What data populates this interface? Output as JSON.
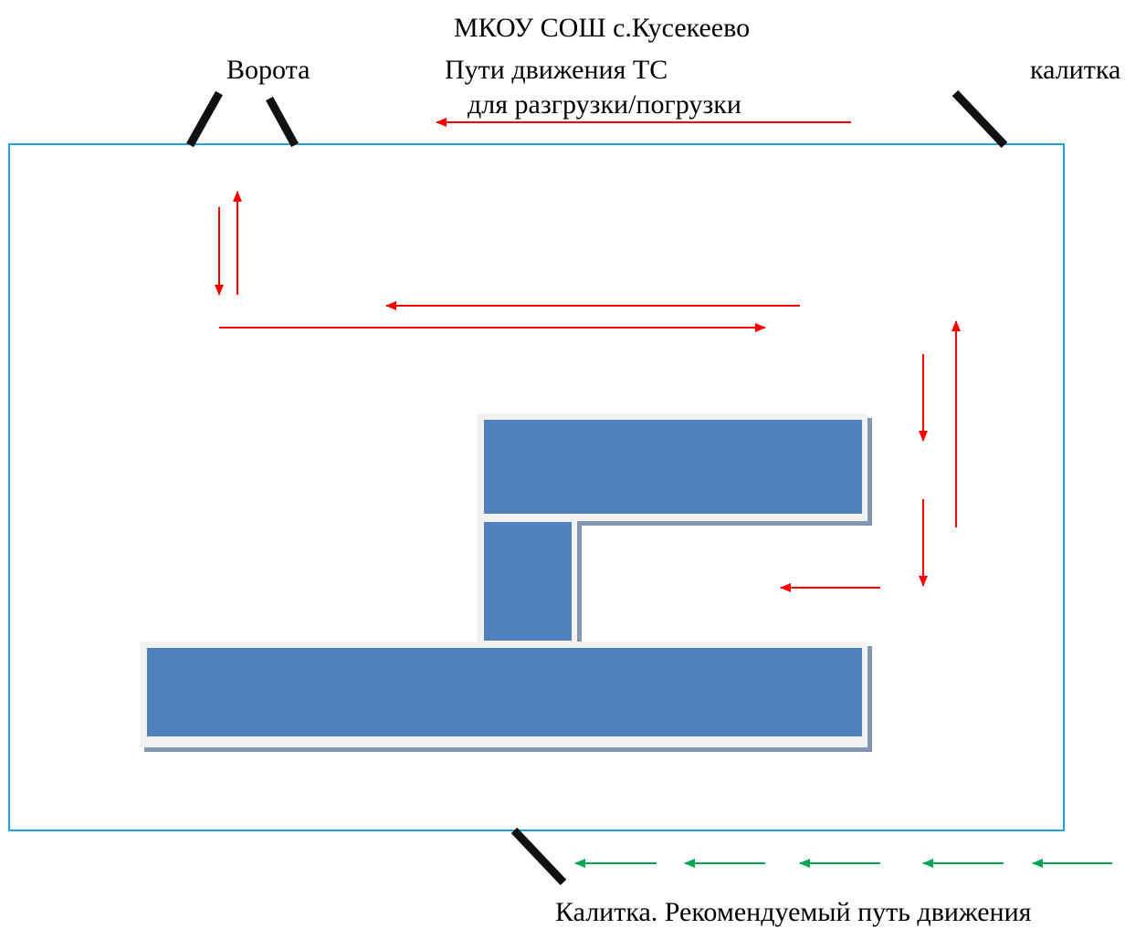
{
  "labels": {
    "title": "МКОУ СОШ с.Кусекеево",
    "gate": "Ворота",
    "routes": "Пути движения ТС",
    "unloading": "для разгрузки/погрузки",
    "wicket_top": "калитка",
    "wicket_bottom": "Калитка. Рекомендуемый путь движения"
  },
  "colors": {
    "perimeter": "#1fa3e0",
    "building": "#4f81bd",
    "building_shadow": "#8497b0",
    "vehicle_route": "#ff0000",
    "pedestrian_route": "#00a651",
    "gate_post": "#111111"
  }
}
